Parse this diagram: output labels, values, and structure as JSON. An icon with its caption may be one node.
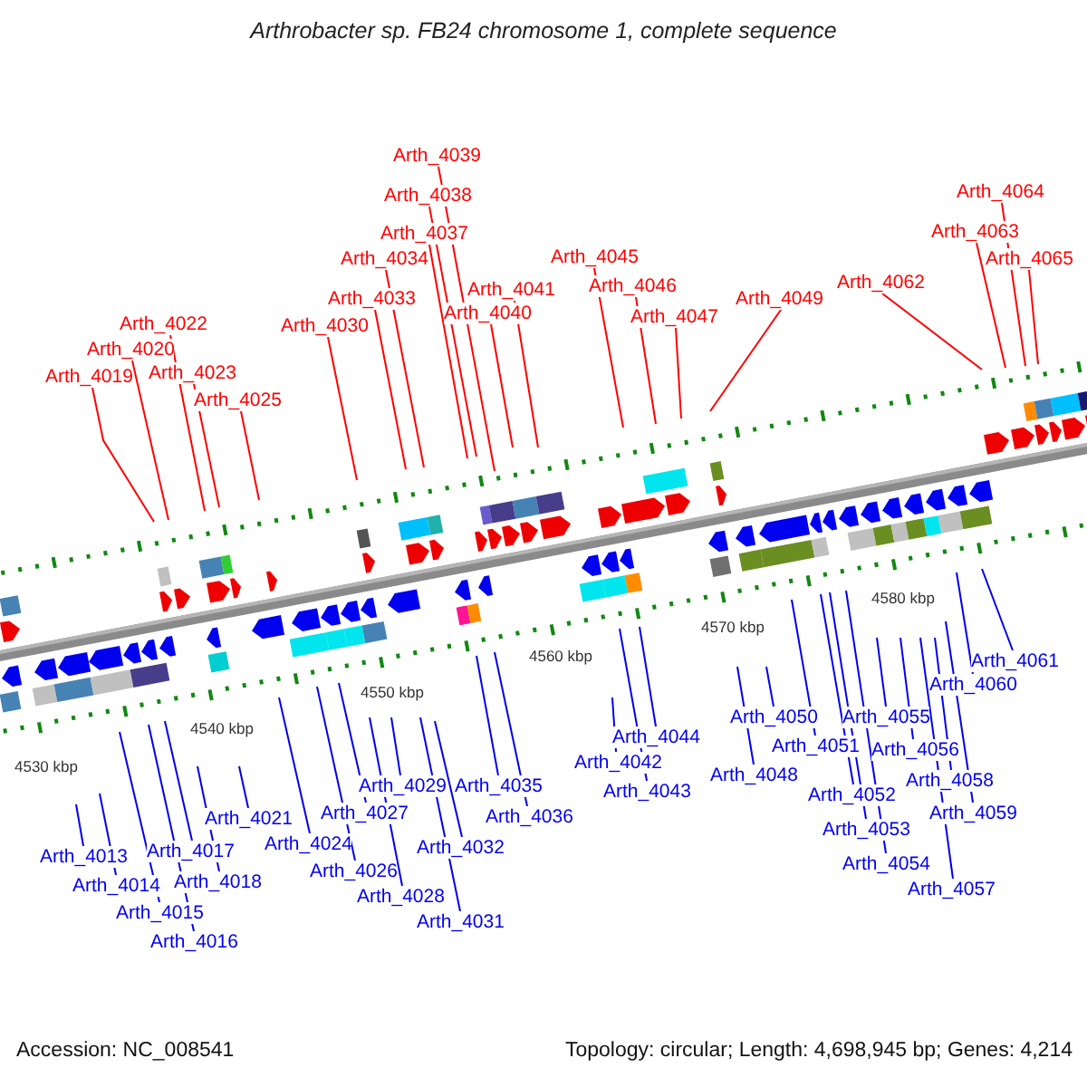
{
  "diagram": {
    "title": "Arthrobacter sp. FB24 chromosome 1, complete sequence",
    "nodes": [
      {
        "text": [
          "Arth_4019"
        ]
      },
      {
        "text": [
          "Arth_4020"
        ]
      },
      {
        "text": [
          "Arth_4022"
        ]
      },
      {
        "text": [
          "Arth_4023"
        ]
      },
      {
        "text": [
          "Arth_4025"
        ]
      },
      {
        "text": [
          "Arth_4030"
        ]
      },
      {
        "text": [
          "Arth_4033"
        ]
      },
      {
        "text": [
          "Arth_4034"
        ]
      },
      {
        "text": [
          "Arth_4037"
        ]
      },
      {
        "text": [
          "Arth_4038"
        ]
      },
      {
        "text": [
          "Arth_4039"
        ]
      },
      {
        "text": [
          "Arth_4040"
        ]
      },
      {
        "text": [
          "Arth_4041"
        ]
      },
      {
        "text": [
          "Arth_4045"
        ]
      },
      {
        "text": [
          "Arth_4046"
        ]
      },
      {
        "text": [
          "Arth_4047"
        ]
      },
      {
        "text": [
          "Arth_4049"
        ]
      },
      {
        "text": [
          "Arth_4062"
        ]
      },
      {
        "text": [
          "Arth_4063"
        ]
      },
      {
        "text": [
          "Arth_4064"
        ]
      },
      {
        "text": [
          "Arth_4065"
        ]
      },
      {
        "text": [
          "Arth_4013"
        ]
      },
      {
        "text": [
          "Arth_4014"
        ]
      },
      {
        "text": [
          "Arth_4015"
        ]
      },
      {
        "text": [
          "Arth_4016"
        ]
      },
      {
        "text": [
          "Arth_4017"
        ]
      },
      {
        "text": [
          "Arth_4018"
        ]
      },
      {
        "text": [
          "Arth_4021"
        ]
      },
      {
        "text": [
          "Arth_4024"
        ]
      },
      {
        "text": [
          "Arth_4026"
        ]
      },
      {
        "text": [
          "Arth_4027"
        ]
      },
      {
        "text": [
          "Arth_4028"
        ]
      },
      {
        "text": [
          "Arth_4029"
        ]
      },
      {
        "text": [
          "Arth_4031"
        ]
      },
      {
        "text": [
          "Arth_4032"
        ]
      },
      {
        "text": [
          "Arth_4035"
        ]
      },
      {
        "text": [
          "Arth_4036"
        ]
      },
      {
        "text": [
          "Arth_4042"
        ]
      },
      {
        "text": [
          "Arth_4043"
        ]
      },
      {
        "text": [
          "Arth_4044"
        ]
      },
      {
        "text": [
          "Arth_4048"
        ]
      },
      {
        "text": [
          "Arth_4050"
        ]
      },
      {
        "text": [
          "Arth_4051"
        ]
      },
      {
        "text": [
          "Arth_4052"
        ]
      },
      {
        "text": [
          "Arth_4053"
        ]
      },
      {
        "text": [
          "Arth_4054"
        ]
      },
      {
        "text": [
          "Arth_4055"
        ]
      },
      {
        "text": [
          "Arth_4056"
        ]
      },
      {
        "text": [
          "Arth_4057"
        ]
      },
      {
        "text": [
          "Arth_4058"
        ]
      },
      {
        "text": [
          "Arth_4059"
        ]
      },
      {
        "text": [
          "Arth_4060"
        ]
      },
      {
        "text": [
          "Arth_4061"
        ]
      }
    ],
    "edges": [
      {
        "from": 0,
        "to": null,
        "arrow": "none",
        "color": "#ff0000"
      },
      {
        "from": 1,
        "to": null,
        "arrow": "none",
        "color": "#ff0000"
      },
      {
        "from": 2,
        "to": null,
        "arrow": "none",
        "color": "#ff0000"
      },
      {
        "from": 3,
        "to": null,
        "arrow": "none",
        "color": "#ff0000"
      },
      {
        "from": 4,
        "to": null,
        "arrow": "none",
        "color": "#ff0000"
      },
      {
        "from": 5,
        "to": null,
        "arrow": "none",
        "color": "#ff0000"
      },
      {
        "from": 6,
        "to": null,
        "arrow": "none",
        "color": "#ff0000"
      },
      {
        "from": 7,
        "to": null,
        "arrow": "none",
        "color": "#ff0000"
      },
      {
        "from": 8,
        "to": null,
        "arrow": "none",
        "color": "#ff0000"
      },
      {
        "from": 9,
        "to": null,
        "arrow": "none",
        "color": "#ff0000"
      },
      {
        "from": 10,
        "to": null,
        "arrow": "none",
        "color": "#ff0000"
      },
      {
        "from": 11,
        "to": null,
        "arrow": "none",
        "color": "#ff0000"
      },
      {
        "from": 12,
        "to": null,
        "arrow": "none",
        "color": "#ff0000"
      },
      {
        "from": 13,
        "to": null,
        "arrow": "none",
        "color": "#ff0000"
      },
      {
        "from": 14,
        "to": null,
        "arrow": "none",
        "color": "#ff0000"
      },
      {
        "from": 15,
        "to": null,
        "arrow": "none",
        "color": "#ff0000"
      },
      {
        "from": 16,
        "to": null,
        "arrow": "none",
        "color": "#ff0000"
      },
      {
        "from": 17,
        "to": null,
        "arrow": "none",
        "color": "#ff0000"
      },
      {
        "from": 18,
        "to": null,
        "arrow": "none",
        "color": "#ff0000"
      },
      {
        "from": 19,
        "to": null,
        "arrow": "none",
        "color": "#ff0000"
      },
      {
        "from": 20,
        "to": null,
        "arrow": "none",
        "color": "#ff0000"
      },
      {
        "from": 21,
        "to": null,
        "arrow": "none"
      },
      {
        "from": 22,
        "to": null,
        "arrow": "none"
      },
      {
        "from": 23,
        "to": null,
        "arrow": "none"
      },
      {
        "from": 24,
        "to": null,
        "arrow": "none"
      },
      {
        "from": 25,
        "to": null,
        "arrow": "none"
      },
      {
        "from": 26,
        "to": null,
        "arrow": "none"
      },
      {
        "from": 27,
        "to": null,
        "arrow": "none"
      },
      {
        "from": 28,
        "to": null,
        "arrow": "none"
      },
      {
        "from": 29,
        "to": null,
        "arrow": "none"
      },
      {
        "from": 30,
        "to": null,
        "arrow": "none"
      },
      {
        "from": 31,
        "to": null,
        "arrow": "none"
      },
      {
        "from": 32,
        "to": null,
        "arrow": "none"
      },
      {
        "from": 33,
        "to": null,
        "arrow": "none"
      },
      {
        "from": 34,
        "to": null,
        "arrow": "none"
      },
      {
        "from": 35,
        "to": null,
        "arrow": "none"
      },
      {
        "from": 36,
        "to": null,
        "arrow": "none"
      },
      {
        "from": 37,
        "to": null,
        "arrow": "none"
      },
      {
        "from": 38,
        "to": null,
        "arrow": "none"
      },
      {
        "from": 39,
        "to": null,
        "arrow": "none"
      },
      {
        "from": 40,
        "to": null,
        "arrow": "none"
      },
      {
        "from": 41,
        "to": null,
        "arrow": "none"
      },
      {
        "from": 42,
        "to": null,
        "arrow": "none"
      },
      {
        "from": 43,
        "to": null,
        "arrow": "none"
      },
      {
        "from": 44,
        "to": null,
        "arrow": "none"
      },
      {
        "from": 45,
        "to": null,
        "arrow": "none"
      },
      {
        "from": 46,
        "to": null,
        "arrow": "none"
      },
      {
        "from": 47,
        "to": null,
        "arrow": "none"
      },
      {
        "from": 48,
        "to": null,
        "arrow": "none"
      },
      {
        "from": 49,
        "to": null,
        "arrow": "none"
      },
      {
        "from": 50,
        "to": null,
        "arrow": "none"
      },
      {
        "from": 51,
        "to": null,
        "arrow": "none"
      },
      {
        "from": 52,
        "to": null,
        "arrow": "none"
      }
    ],
    "labels": [
      "4530 kbp",
      "4540 kbp",
      "4550 kbp",
      "4560 kbp",
      "4570 kbp",
      "4580 kbp",
      "Accession: NC_008541",
      "Topology: circular; Length: 4,698,945 bp; Genes: 4,214"
    ]
  }
}
